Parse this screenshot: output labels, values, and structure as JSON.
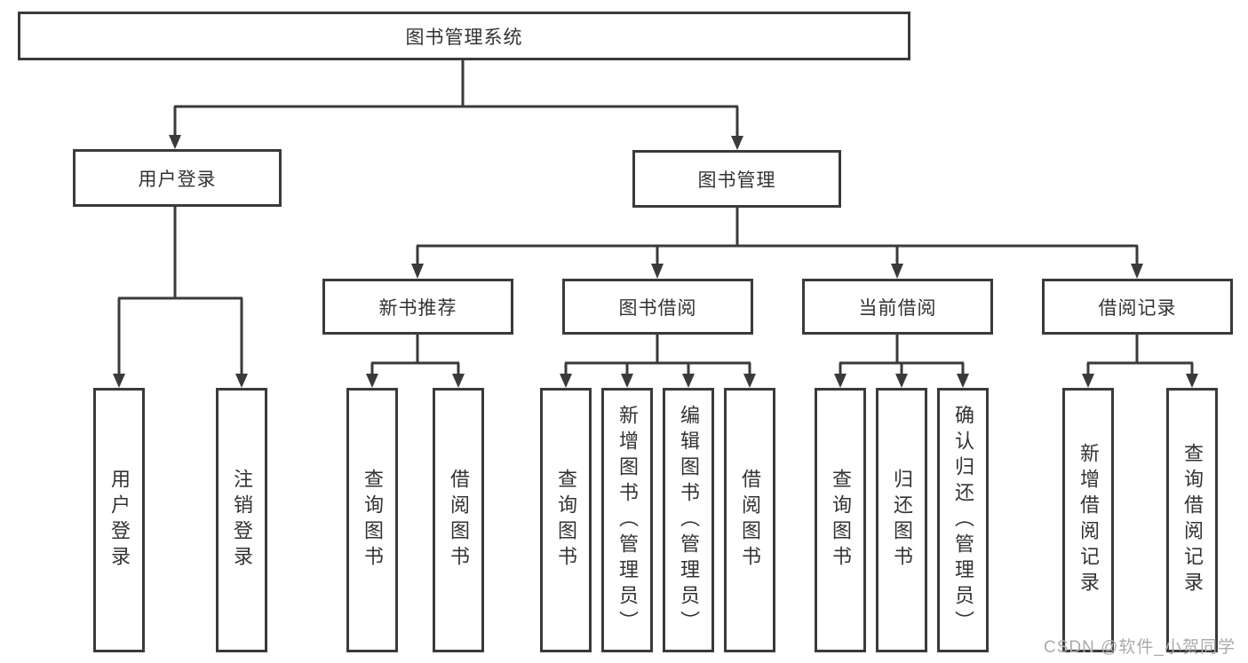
{
  "diagram": {
    "type": "tree",
    "root": "图书管理系统",
    "branches": [
      {
        "label": "用户登录",
        "leaves": [
          "用户登录",
          "注销登录"
        ]
      },
      {
        "label": "图书管理",
        "children": [
          {
            "label": "新书推荐",
            "leaves": [
              "查询图书",
              "借阅图书"
            ]
          },
          {
            "label": "图书借阅",
            "leaves": [
              "查询图书",
              "新增图书（管理员）",
              "编辑图书（管理员）",
              "借阅图书"
            ]
          },
          {
            "label": "当前借阅",
            "leaves": [
              "查询图书",
              "归还图书",
              "确认归还（管理员）"
            ]
          },
          {
            "label": "借阅记录",
            "leaves": [
              "新增借阅记录",
              "查询借阅记录"
            ]
          }
        ]
      }
    ]
  },
  "colors": {
    "line": "#3a3a3a",
    "text": "#333333",
    "background": "#ffffff",
    "watermark": "#ababab"
  },
  "watermark": "CSDN @软件_小贺同学"
}
